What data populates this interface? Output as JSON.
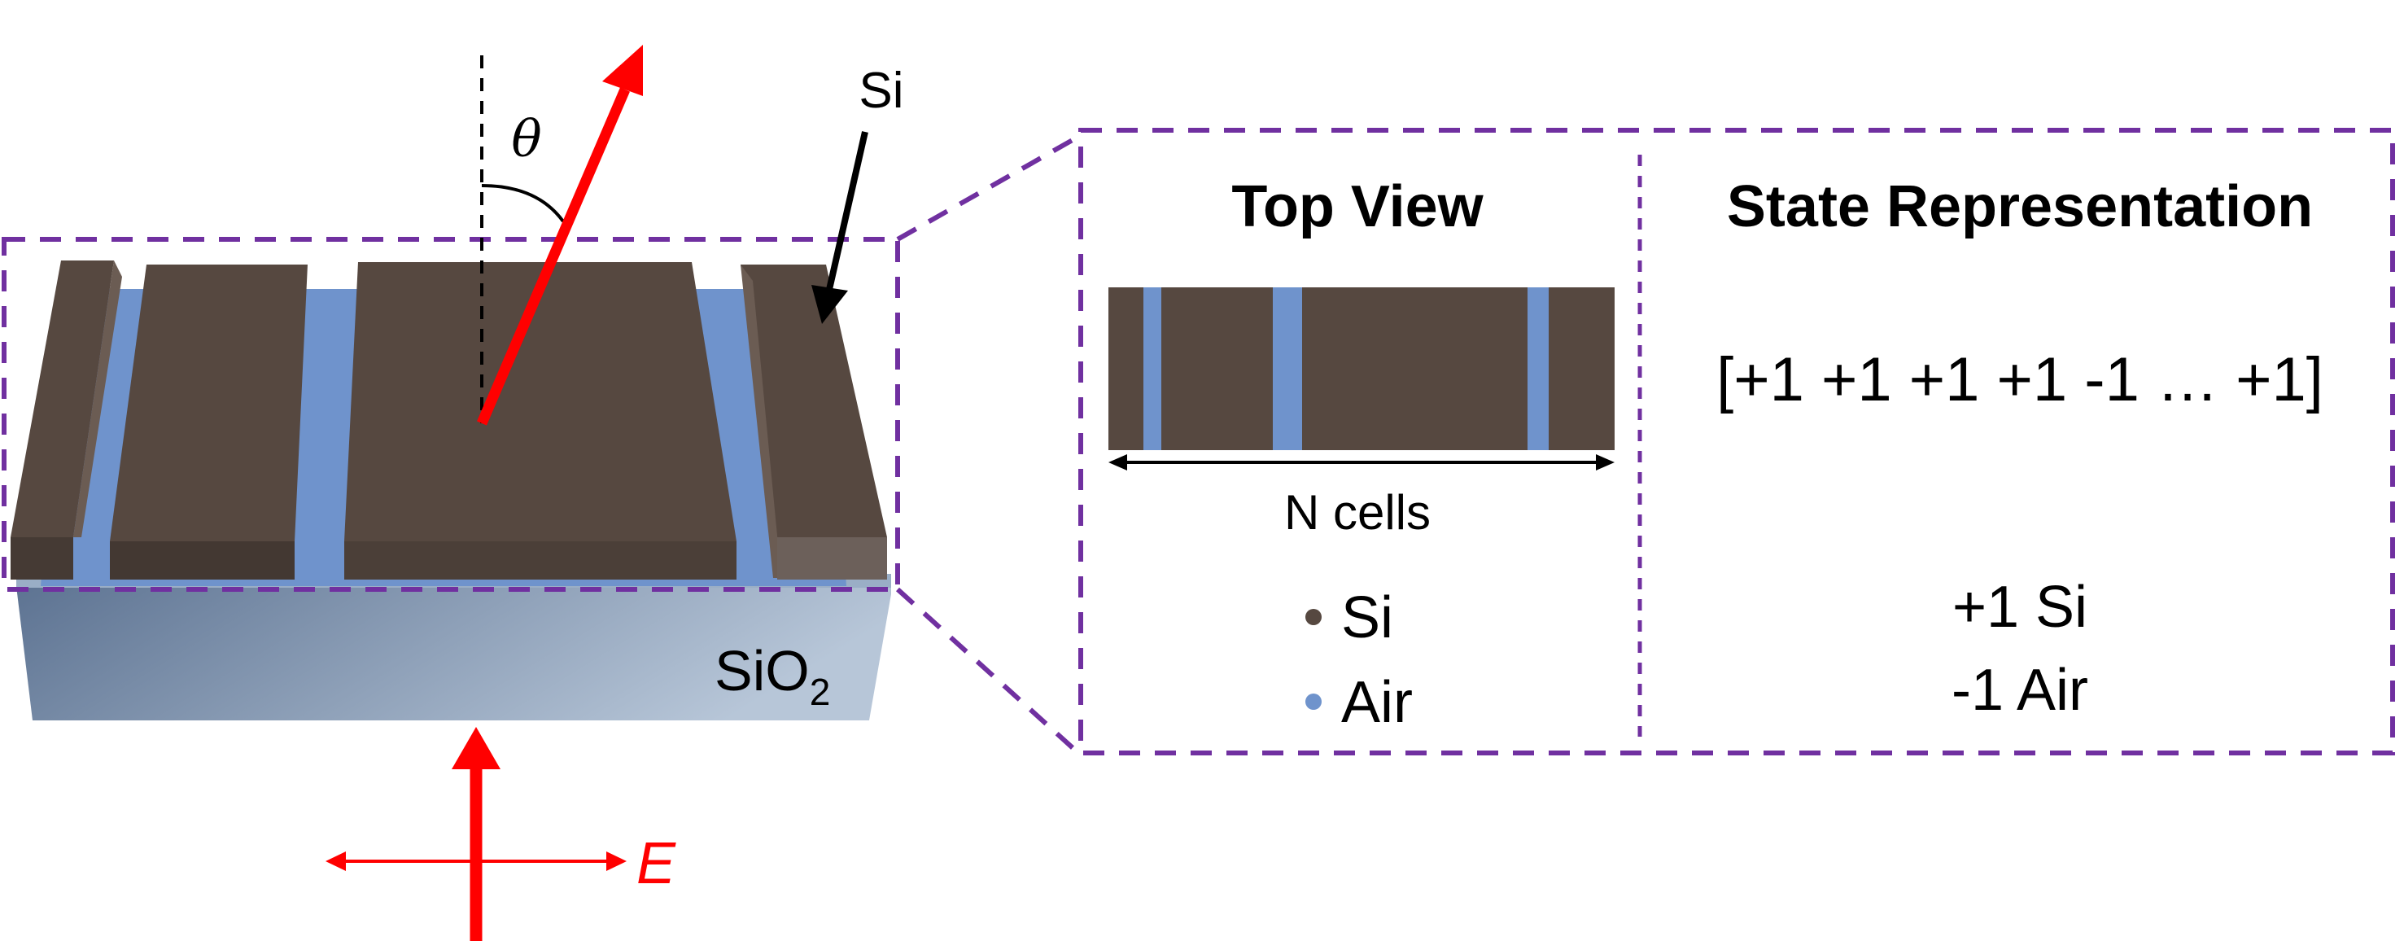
{
  "device": {
    "si_label": "Si",
    "theta_label": "θ",
    "substrate_label": "SiO",
    "substrate_subscript": "2",
    "field_label": "E"
  },
  "panel": {
    "top_view": {
      "title": "Top View",
      "axis_label": "N cells",
      "legend": [
        {
          "label": "Si",
          "color": "#564840"
        },
        {
          "label": "Air",
          "color": "#6f93cc"
        }
      ]
    },
    "state": {
      "title": "State Representation",
      "vector": "[+1 +1 +1 +1 -1 … +1]",
      "mapping": [
        "+1 Si",
        "-1 Air"
      ]
    }
  },
  "colors": {
    "si": "#564840",
    "air": "#6f93cc",
    "dash": "#7030a0",
    "arrow": "#ff0000"
  }
}
